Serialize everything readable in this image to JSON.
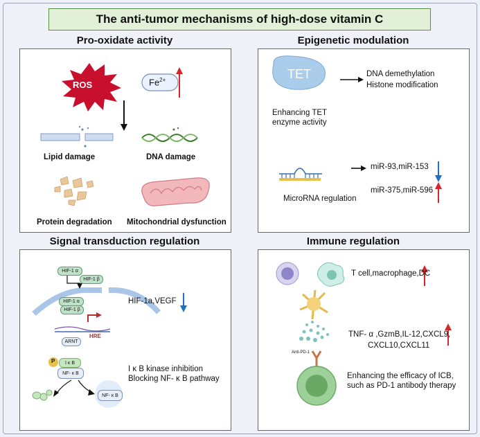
{
  "title": "The anti-tumor mechanisms of high-dose vitamin C",
  "sections": {
    "pro_oxidate": {
      "title": "Pro-oxidate activity",
      "ros": "ROS",
      "fe": "Fe",
      "fe_sup": "2+",
      "lipid": "Lipid damage",
      "dna": "DNA damage",
      "protein": "Protein degradation",
      "mito": "Mitochondrial dysfunction"
    },
    "epigenetic": {
      "title": "Epigenetic modulation",
      "tet": "TET",
      "demethylation": "DNA demethylation",
      "histone": "Histone modification",
      "enhancing_1": "Enhancing TET",
      "enhancing_2": "enzyme activity",
      "mir_down": "miR-93,miR-153",
      "mir_up": "miR-375,miR-596",
      "microrna": "MicroRNA regulation"
    },
    "signal": {
      "title": "Signal transduction regulation",
      "hif1a": "HIF-1 α",
      "hif1b": "HIF-1 β",
      "hif1a_2": "HIF-1 α",
      "hif1b_2": "HIF-1 β",
      "arnt": "ARNT",
      "hre": "HRE",
      "hif_vegf": "HIF-1a,VEGF",
      "p": "P",
      "ikb": "I κ B",
      "nfkb": "NF- κ B",
      "nfkb_2": "NF- κ B",
      "inhibition_1": "I κ B kinase inhibition",
      "inhibition_2": "Blocking NF- κ B pathway"
    },
    "immune": {
      "title": "Immune regulation",
      "cells": "T cell,macrophage,DC",
      "cytokines_1": "TNF- α ,GzmB,IL-12,CXCL9,",
      "cytokines_2": "CXCL10,CXCL11",
      "anti_pd1": "Anti-PD-1",
      "icb_1": "Enhancing the efficacy of ICB,",
      "icb_2": "such as PD-1 antibody therapy"
    }
  },
  "colors": {
    "up_arrow": "#d62728",
    "down_arrow": "#1f6fc9",
    "title_bg": "#e1f0d6",
    "ros": "#c8102e"
  }
}
